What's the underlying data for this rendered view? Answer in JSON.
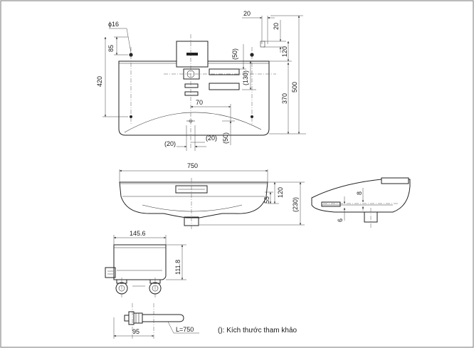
{
  "top_view": {
    "hole_dia": "ϕ16",
    "dim_85": "85",
    "dim_420": "420",
    "dim_20_top": "20",
    "dim_20_right": "20",
    "dim_50_top": "(50)",
    "dim_120": "120",
    "dim_130": "(130)",
    "dim_370": "370",
    "dim_500": "500",
    "dim_70": "70",
    "dim_20_bottom_left": "(20)",
    "dim_20_bottom_right": "(20)",
    "dim_50_bottom": "(50)"
  },
  "front_view": {
    "width": "750",
    "dim_120": "120",
    "dim_55": "55",
    "dim_230": "(230)"
  },
  "side_view": {
    "dim_8": "8",
    "dim_6": "6"
  },
  "bracket_view": {
    "width": "145.6",
    "height": "111.8"
  },
  "drain_view": {
    "length_95": "95",
    "length_label": "L=750"
  },
  "note": "(): Kích thước tham khảo"
}
